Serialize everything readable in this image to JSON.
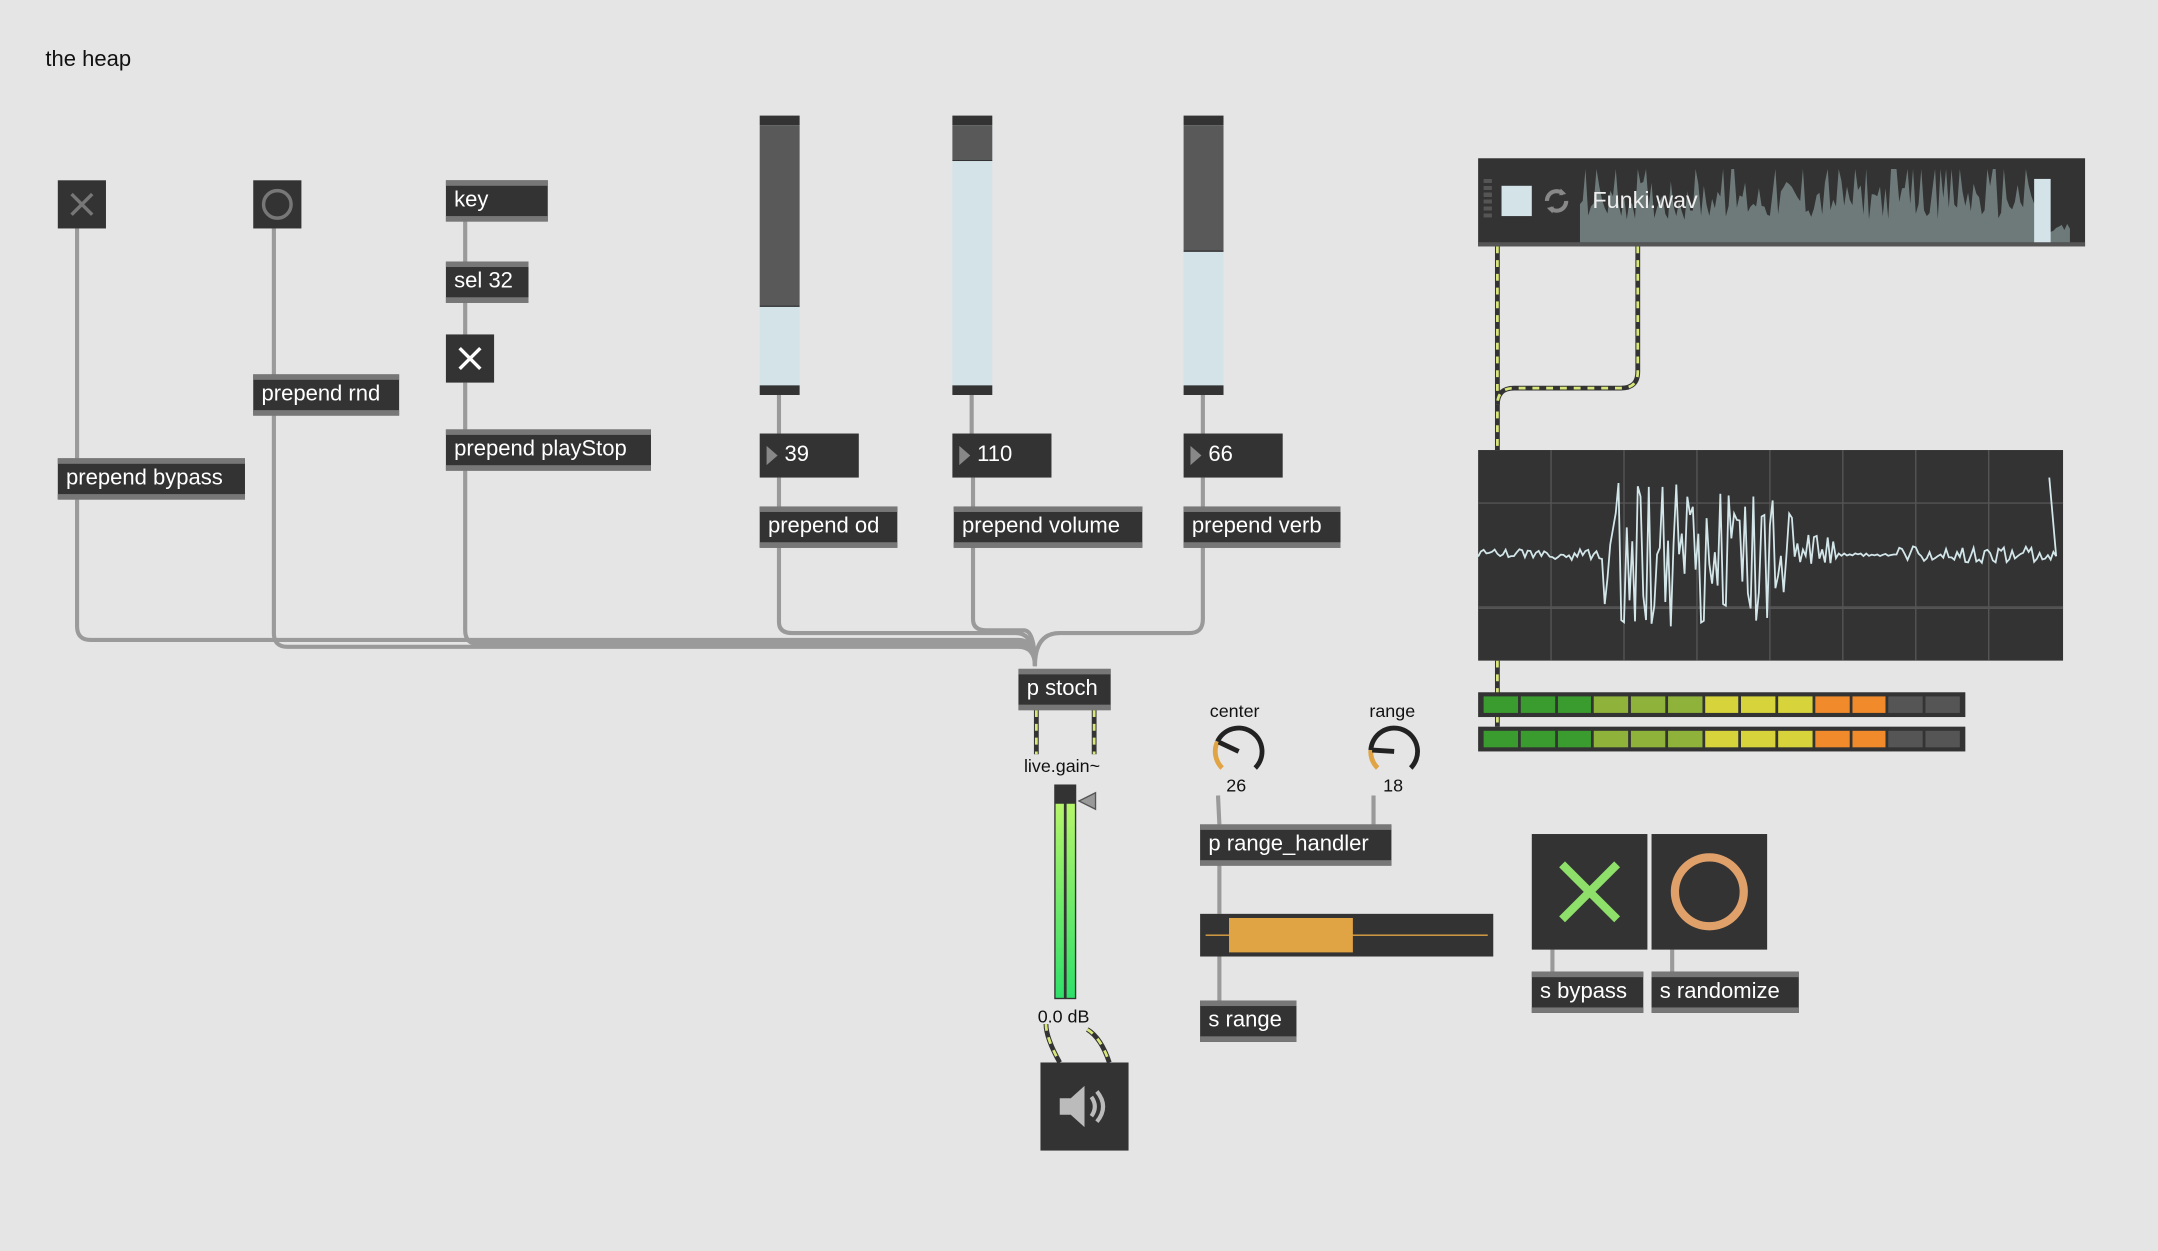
{
  "title": "the heap",
  "objects": {
    "key": "key",
    "sel": "sel 32",
    "prepend_bypass": "prepend bypass",
    "prepend_rnd": "prepend rnd",
    "prepend_playstop": "prepend playStop",
    "prepend_od": "prepend od",
    "prepend_volume": "prepend volume",
    "prepend_verb": "prepend verb",
    "p_stoch": "p stoch",
    "p_range_handler": "p range_handler",
    "s_range": "s range",
    "s_bypass": "s bypass",
    "s_randomize": "s randomize"
  },
  "sliders": [
    {
      "name": "od",
      "value": 39,
      "max": 127
    },
    {
      "name": "volume",
      "value": 110,
      "max": 127
    },
    {
      "name": "verb",
      "value": 66,
      "max": 127
    }
  ],
  "numbers": {
    "od": "39",
    "volume": "110",
    "verb": "66"
  },
  "dials": {
    "center": {
      "label": "center",
      "value": "26",
      "fraction": 0.26
    },
    "range": {
      "label": "range",
      "value": "18",
      "fraction": 0.18
    }
  },
  "gain": {
    "label": "live.gain~",
    "value": "0.0 dB"
  },
  "playlist": {
    "file": "Funki.wav"
  },
  "rslider": {
    "low": 0.1,
    "high": 0.52
  },
  "colors": {
    "accent_orange": "#e0a444",
    "toggle_green": "#8ee06a",
    "signal_cord": "#d8e67a"
  }
}
